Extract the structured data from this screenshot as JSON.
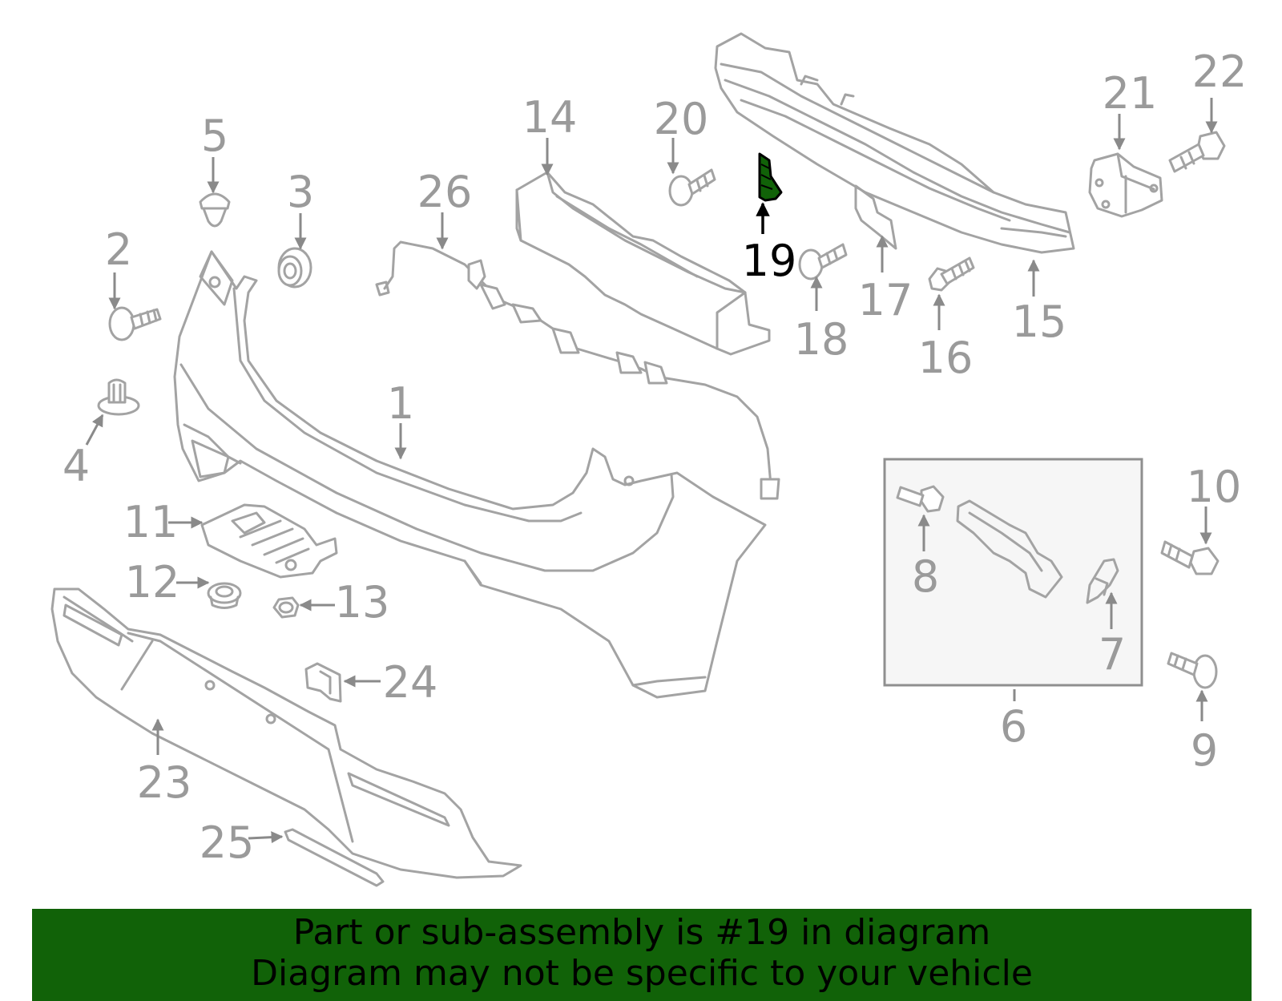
{
  "highlight_color": "#116208",
  "highlight_part": "19",
  "callouts": [
    "1",
    "2",
    "3",
    "4",
    "5",
    "6",
    "7",
    "8",
    "9",
    "10",
    "11",
    "12",
    "13",
    "14",
    "15",
    "16",
    "17",
    "18",
    "19",
    "20",
    "21",
    "22",
    "23",
    "24",
    "25",
    "26"
  ],
  "banner": {
    "line1": "Part or sub-assembly is #19 in diagram",
    "line2": "Diagram may not be specific to your vehicle"
  }
}
